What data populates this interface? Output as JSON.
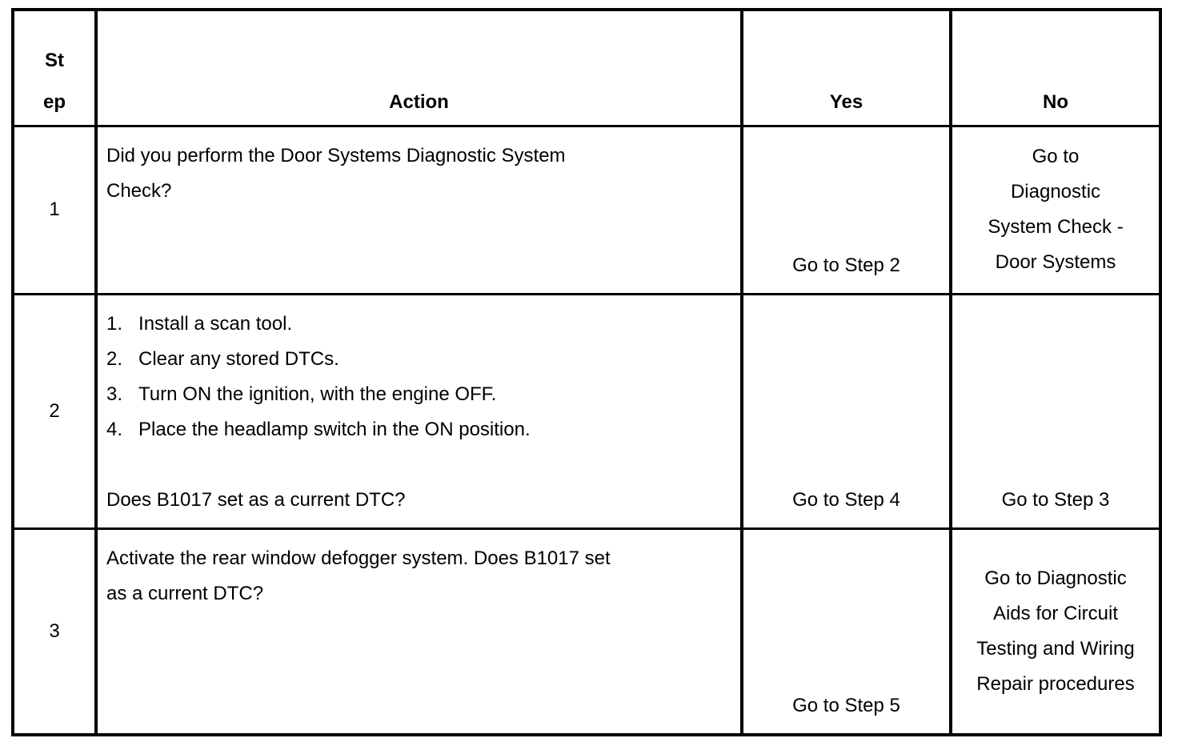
{
  "colors": {
    "border": "#000000",
    "background": "#ffffff",
    "text": "#000000"
  },
  "table": {
    "headers": {
      "step": "St\nep",
      "action": "Action",
      "yes": "Yes",
      "no": "No"
    },
    "rows": [
      {
        "step": "1",
        "action": "Did you perform the Door Systems Diagnostic System\nCheck?",
        "yes": "Go to Step 2",
        "no": "Go to\nDiagnostic\nSystem Check -\nDoor Systems"
      },
      {
        "step": "2",
        "action": "1.   Install a scan tool.\n2.   Clear any stored DTCs.\n3.   Turn ON the ignition, with the engine OFF.\n4.   Place the headlamp switch in the ON position.\n\nDoes B1017 set as a current DTC?",
        "yes": "Go to Step 4",
        "no": "Go to Step 3"
      },
      {
        "step": "3",
        "action": "Activate the rear window defogger system. Does B1017 set\nas a current DTC?",
        "yes": "Go to Step 5",
        "no": "Go to Diagnostic\nAids for Circuit\nTesting and Wiring\nRepair procedures"
      }
    ]
  }
}
